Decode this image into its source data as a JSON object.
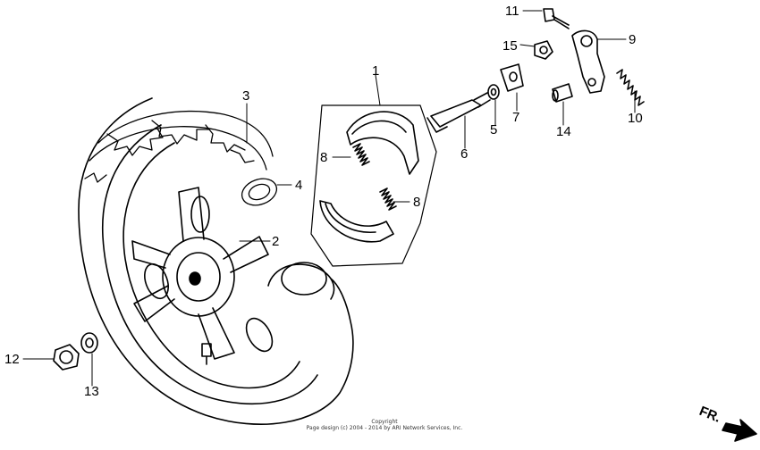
{
  "callouts": {
    "p1": "1",
    "p2": "2",
    "p3": "3",
    "p4": "4",
    "p5": "5",
    "p6": "6",
    "p7": "7",
    "p8a": "8",
    "p8b": "8",
    "p9": "9",
    "p10": "10",
    "p11": "11",
    "p12": "12",
    "p13": "13",
    "p14": "14",
    "p15": "15"
  },
  "copyright": {
    "line1": "Copyright",
    "line2": "Page design (c) 2004 - 2014 by ARI Network Services, Inc."
  },
  "direction": {
    "label": "FR."
  },
  "colors": {
    "ink": "#000000",
    "paper": "#ffffff"
  }
}
